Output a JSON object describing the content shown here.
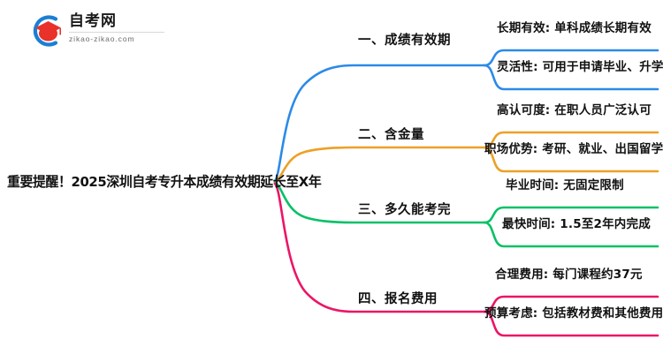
{
  "logo": {
    "name_cn": "自考网",
    "domain": "zikao-zikao.com",
    "mark_icon": "graduation-cap-icon",
    "ring_color": "#1a7fd4",
    "cap_color": "#e8322a"
  },
  "mindmap": {
    "root": {
      "label": "重要提醒！2025深圳自考专升本成绩有效期延长至X年"
    },
    "branches": [
      {
        "index": "1",
        "label": "一、成绩有效期",
        "color": "#2b8ae8",
        "leaves": [
          {
            "label": "长期有效: 单科成绩长期有效"
          },
          {
            "label": "灵活性: 可用于申请毕业、升学"
          }
        ]
      },
      {
        "index": "2",
        "label": "二、含金量",
        "color": "#eda026",
        "leaves": [
          {
            "label": "高认可度: 在职人员广泛认可"
          },
          {
            "label": "职场优势: 考研、就业、出国留学"
          }
        ]
      },
      {
        "index": "3",
        "label": "三、多久能考完",
        "color": "#06c167",
        "leaves": [
          {
            "label": "毕业时间: 无固定限制"
          },
          {
            "label": "最快时间: 1.5至2年内完成"
          }
        ]
      },
      {
        "index": "4",
        "label": "四、报名费用",
        "color": "#ec1566",
        "leaves": [
          {
            "label": "合理费用: 每门课程约37元"
          },
          {
            "label": "预算考虑: 包括教材费和其他费用"
          }
        ]
      }
    ]
  }
}
